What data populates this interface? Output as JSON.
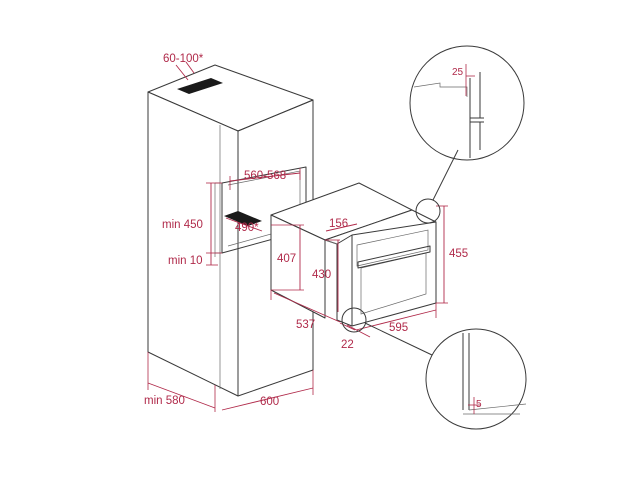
{
  "dimensions": {
    "vent_gap": "60-100*",
    "niche_width": "560-568",
    "niche_depth": "490*",
    "niche_height_min": "min 450",
    "top_gap_min": "min 10",
    "cabinet_depth_min": "min 580",
    "cabinet_width": "600",
    "oven_body_height": "407",
    "oven_front_height": "430",
    "oven_body_depth": "537",
    "door_thickness": "22",
    "oven_width": "595",
    "front_top_offset": "156",
    "oven_total_height": "455",
    "detail_top_gap": "25",
    "detail_bottom_gap": "5"
  },
  "colors": {
    "line": "#3a3a3a",
    "dimension": "#b02a4a",
    "vent": "#1a1a1a"
  }
}
